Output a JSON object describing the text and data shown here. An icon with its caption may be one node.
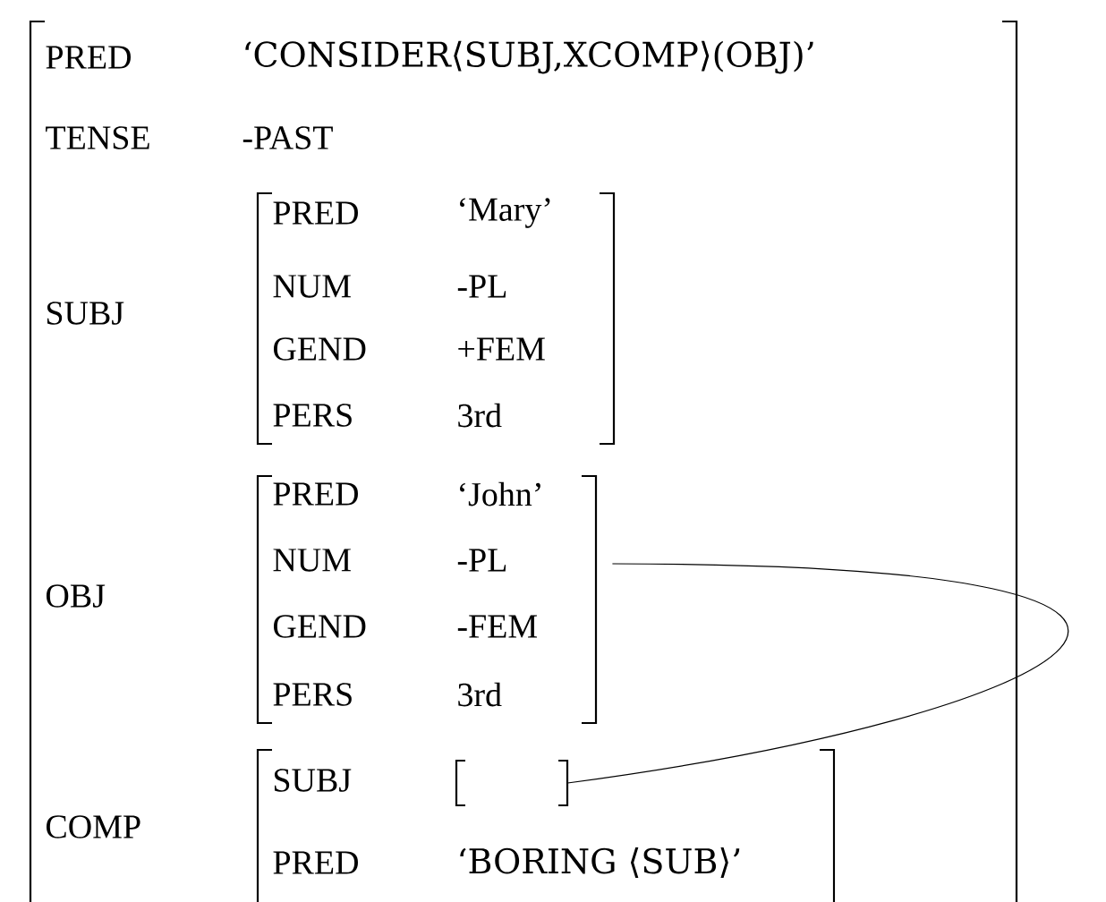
{
  "diagram": {
    "nodes": [
      {
        "text": [
          "PRED",
          "‘CONSIDER⟨SUBJ,XCOMP⟩(OBJ)’",
          "TENSE",
          "-PAST",
          "SUBJ",
          "OBJ",
          "COMP"
        ]
      },
      {
        "text": [
          "PRED",
          "‘Mary’",
          "NUM",
          "-PL",
          "GEND",
          "+FEM",
          "PERS",
          "3rd"
        ],
        "in": 0
      },
      {
        "text": [
          "PRED",
          "‘John’",
          "NUM",
          "-PL",
          "GEND",
          "-FEM",
          "PERS",
          "3rd"
        ],
        "in": 0
      },
      {
        "text": [
          "SUBJ",
          "PRED",
          "‘BORING ⟨SUB⟩’"
        ],
        "in": 0
      },
      {
        "text": [],
        "shape": "bracket",
        "in": 3
      }
    ],
    "edges": [
      {
        "from": 2,
        "to": 4,
        "arrow": "none"
      }
    ]
  }
}
